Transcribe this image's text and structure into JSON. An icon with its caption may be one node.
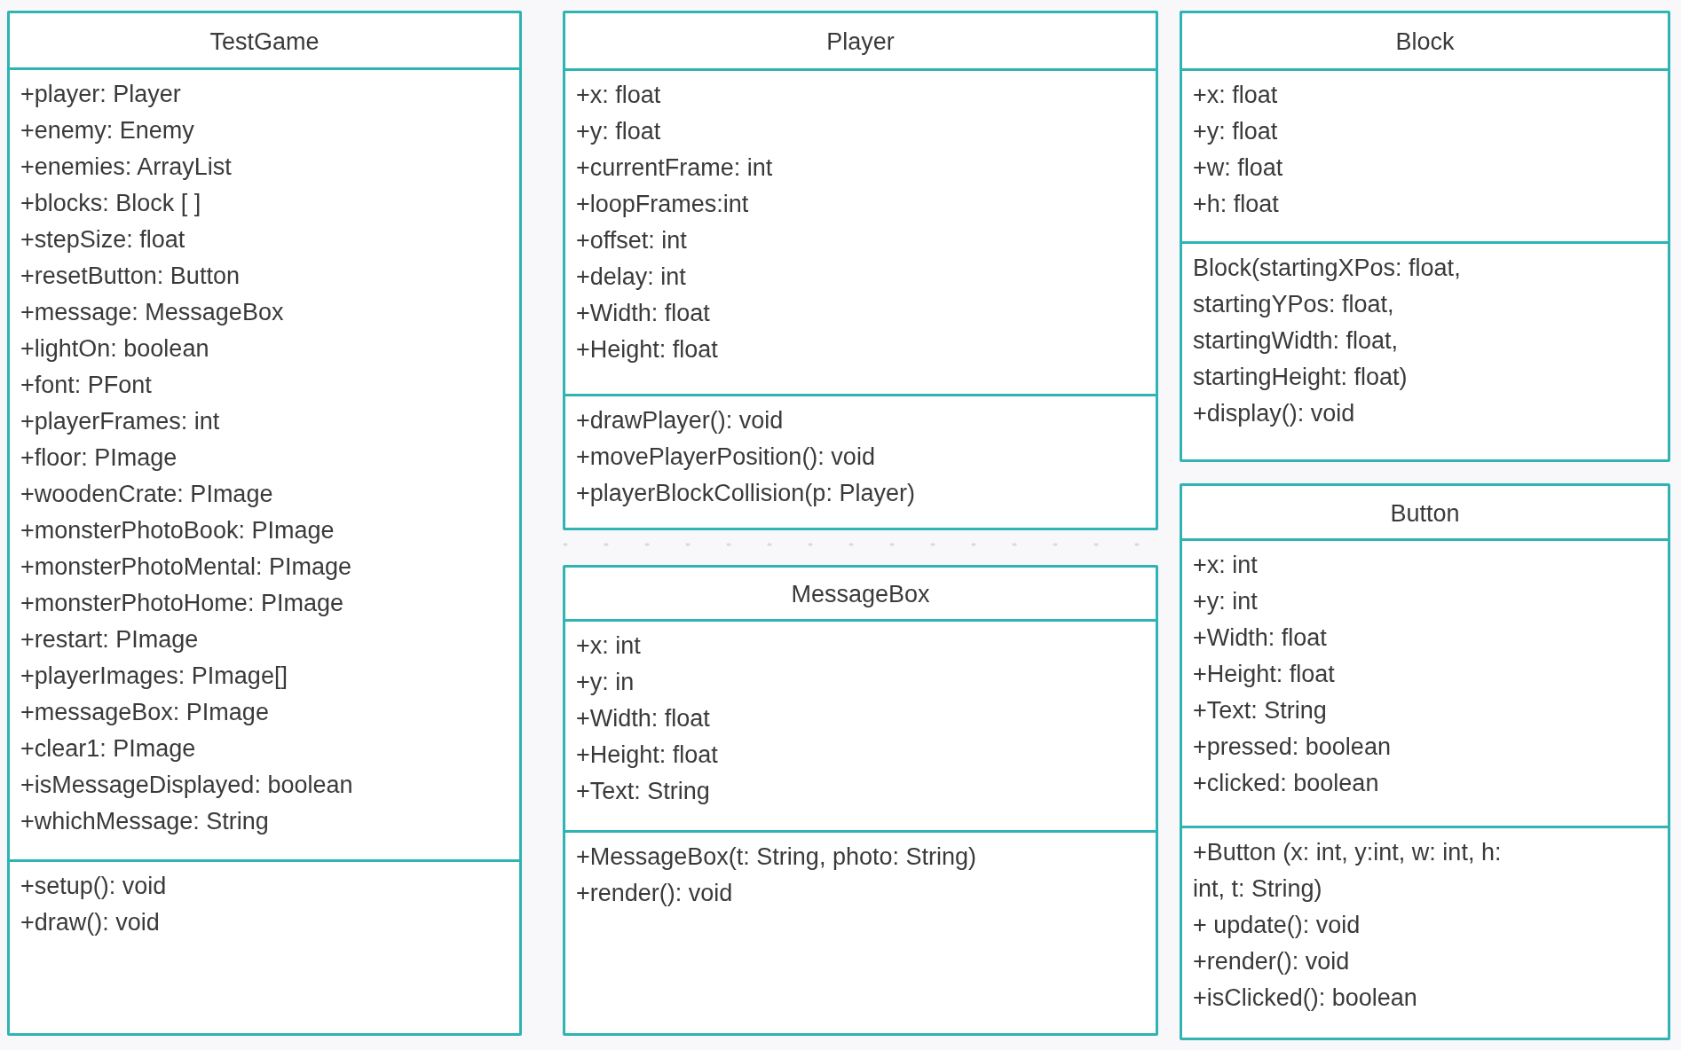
{
  "diagram": {
    "nodes": [
      {
        "text": [
          "TestGame"
        ]
      },
      {
        "text": [
          "+player: Player",
          "+enemy: Enemy",
          "+enemies: ArrayList",
          "+blocks: Block [ ]",
          "+stepSize: float",
          "+resetButton: Button",
          "+message: MessageBox",
          "+lightOn: boolean",
          "+font: PFont",
          "+playerFrames: int",
          "+floor: PImage",
          "+woodenCrate: PImage",
          "+monsterPhotoBook: PImage",
          "+monsterPhotoMental: PImage",
          "+monsterPhotoHome: PImage",
          "+restart: PImage",
          "+playerImages: PImage[]",
          "+messageBox: PImage",
          "+clear1: PImage",
          "+isMessageDisplayed: boolean",
          "+whichMessage: String"
        ],
        "in": 0
      },
      {
        "text": [
          "+setup(): void",
          "+draw(): void"
        ],
        "in": 0
      },
      {
        "text": [
          "Player"
        ]
      },
      {
        "text": [
          "+x: float",
          "+y: float",
          "+currentFrame: int",
          "+loopFrames:int",
          "+offset: int",
          "+delay: int",
          "+Width: float",
          "+Height: float"
        ],
        "in": 3
      },
      {
        "text": [
          "+drawPlayer(): void",
          "+movePlayerPosition(): void",
          "+playerBlockCollision(p: Player)"
        ],
        "in": 3
      },
      {
        "text": [
          "Block"
        ]
      },
      {
        "text": [
          "+x: float",
          "+y: float",
          "+w: float",
          "+h: float"
        ],
        "in": 6
      },
      {
        "text": [
          "Block(startingXPos: float, startingYPos: float, startingWidth: float, startingHeight: float)",
          "+display(): void"
        ],
        "in": 6
      },
      {
        "text": [
          "MessageBox"
        ]
      },
      {
        "text": [
          "+x: int",
          "+y: in",
          "+Width: float",
          "+Height: float",
          "+Text: String"
        ],
        "in": 9
      },
      {
        "text": [
          "+MessageBox(t: String, photo: String)",
          "+render(): void"
        ],
        "in": 9
      },
      {
        "text": [
          "Button"
        ]
      },
      {
        "text": [
          "+x: int",
          "+y: int",
          "+Width: float",
          "+Height: float",
          "+Text: String",
          "+pressed: boolean",
          "+clicked: boolean"
        ],
        "in": 12
      },
      {
        "text": [
          "+Button (x: int, y:int, w: int, h: int, t: String)",
          "+ update(): void",
          "+render(): void",
          "+isClicked(): boolean"
        ],
        "in": 12
      }
    ]
  }
}
